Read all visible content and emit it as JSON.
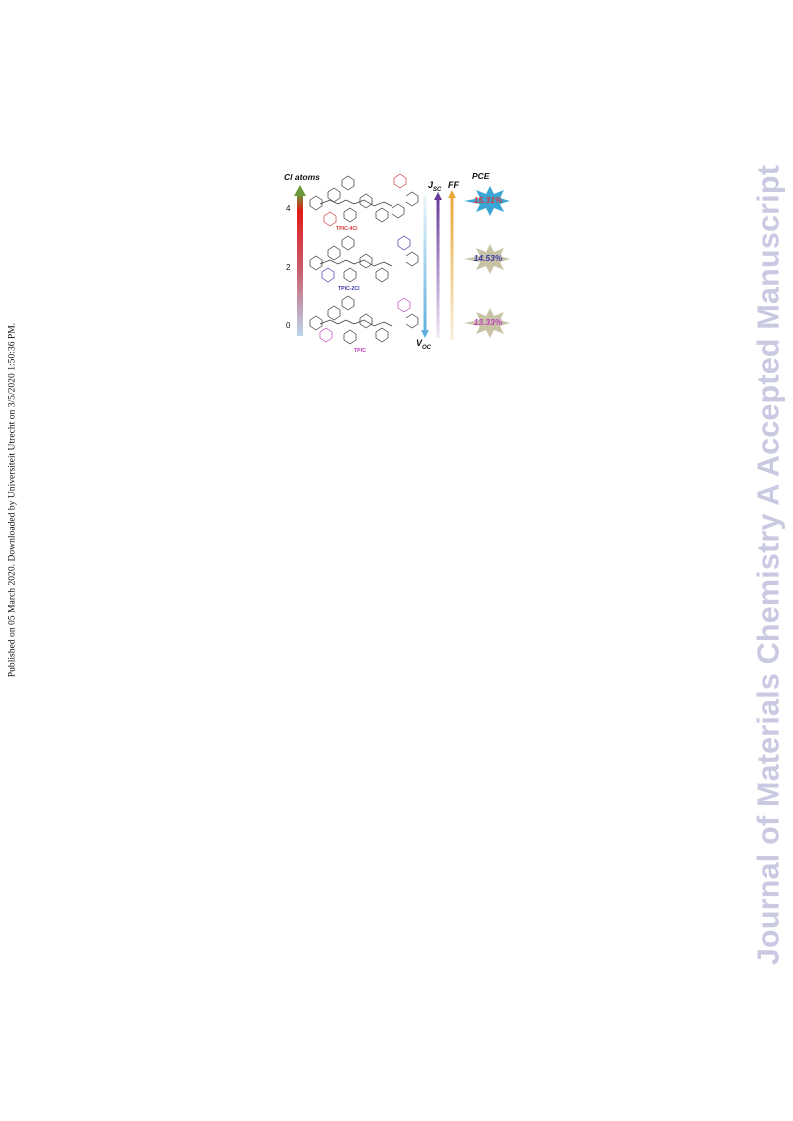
{
  "side_note": "Published on 05 March 2020. Downloaded by Universiteit Utrecht on 3/5/2020 1:50:36 PM.",
  "watermark": "Journal of Materials Chemistry A Accepted Manuscript",
  "figure": {
    "axis_title": "Cl atoms",
    "ticks": [
      "4",
      "2",
      "0"
    ],
    "molecules": [
      {
        "name": "TPIC-4Cl",
        "color": "#d23a3a"
      },
      {
        "name": "TPIC-2Cl",
        "color": "#3a3aa8"
      },
      {
        "name": "TPIC",
        "color": "#c040c0"
      }
    ],
    "params": {
      "jsc_main": "J",
      "jsc_sub": "SC",
      "ff": "FF",
      "voc_main": "V",
      "voc_sub": "OC"
    },
    "pce": {
      "title": "PCE",
      "values": [
        {
          "text": "15.31%",
          "color": "#d23a3a",
          "burst": "#3aa6d6"
        },
        {
          "text": "14.53%",
          "color": "#3a3aa8",
          "burst": "#c9c3a6"
        },
        {
          "text": "13.33%",
          "color": "#c040c0",
          "burst": "#c9c3a6"
        }
      ]
    },
    "colors": {
      "gradient_top": "#6a9a3a",
      "gradient_mid": "#e21a1a",
      "gradient_bottom": "#bcd6ee",
      "voc_arrow": "#5fb0e0",
      "jsc_arrow": "#6a3a9a",
      "ff_arrow": "#e8a838"
    }
  }
}
